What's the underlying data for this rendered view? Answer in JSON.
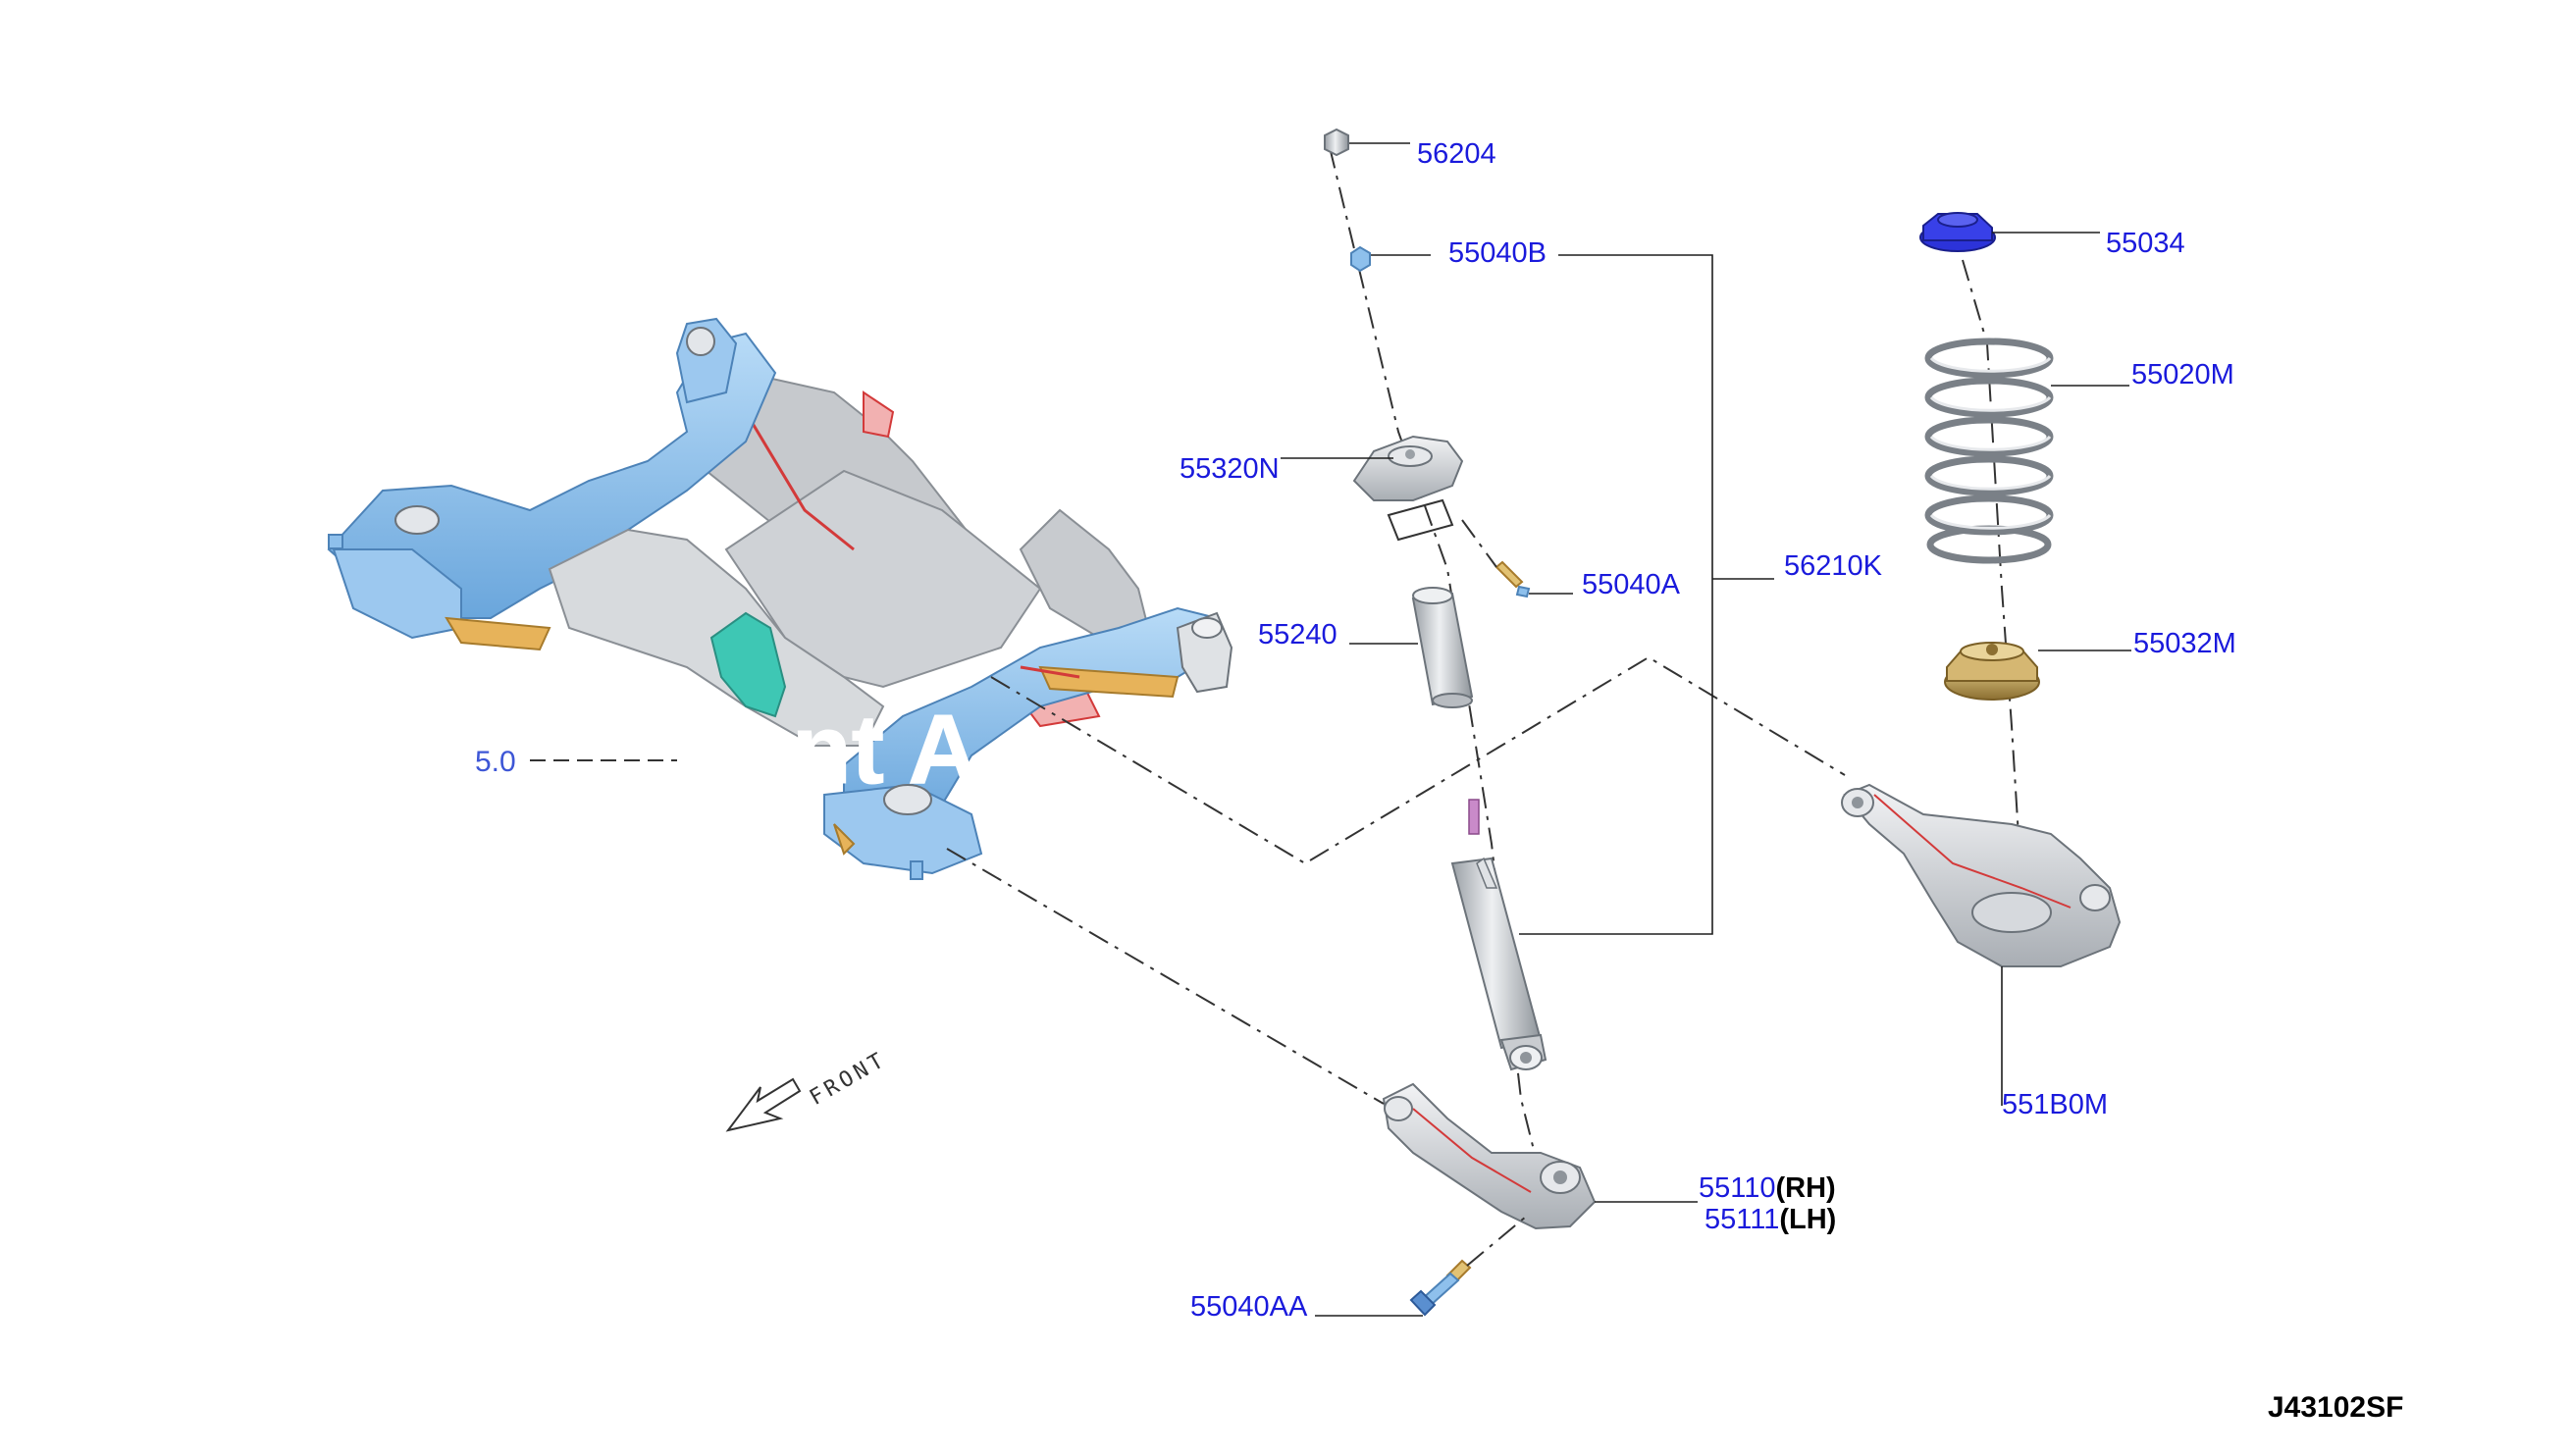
{
  "diagram": {
    "code": "J43102SF",
    "front_label": "FRONT",
    "watermark": "hant A",
    "obscured_label": "5.0",
    "callouts": [
      {
        "id": "56204",
        "label": "56204"
      },
      {
        "id": "55040B",
        "label": "55040B"
      },
      {
        "id": "55320N",
        "label": "55320N"
      },
      {
        "id": "55040A",
        "label": "55040A"
      },
      {
        "id": "55240",
        "label": "55240"
      },
      {
        "id": "56210K",
        "label": "56210K"
      },
      {
        "id": "55034",
        "label": "55034"
      },
      {
        "id": "55020M",
        "label": "55020M"
      },
      {
        "id": "55032M",
        "label": "55032M"
      },
      {
        "id": "551B0M",
        "label": "551B0M"
      },
      {
        "id": "55110",
        "label": "55110",
        "side": "(RH)"
      },
      {
        "id": "55111",
        "label": "55111",
        "side": "(LH)"
      },
      {
        "id": "55040AA",
        "label": "55040AA"
      }
    ]
  },
  "colors": {
    "callout_text": "#1a1adc",
    "subframe_blue": "#8ec0ec",
    "subframe_gray": "#c9ccd0",
    "bushing_orange": "#e7b35a",
    "bracket_teal": "#3ec7b4",
    "seat_blue": "#2c33d9",
    "seat_bronze": "#b99a5a",
    "seam_red": "#d33a3a"
  }
}
